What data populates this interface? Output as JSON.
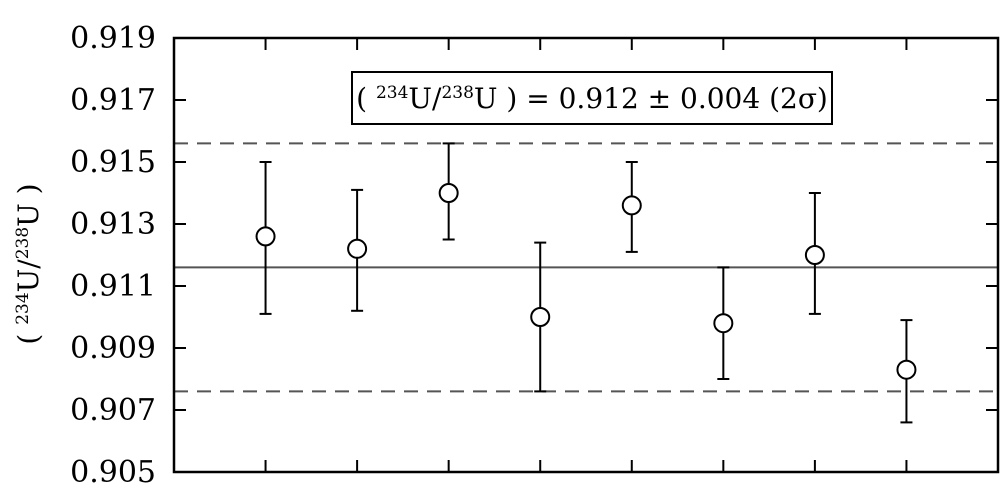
{
  "chart_data": {
    "type": "scatter",
    "title": "",
    "xlabel": "",
    "ylabel": {
      "open": "( ",
      "iso1": "234",
      "el1": "U/",
      "iso2": "238",
      "el2": "U",
      "close": " )"
    },
    "ylim": [
      0.905,
      0.919
    ],
    "yticks": [
      "0.905",
      "0.907",
      "0.909",
      "0.911",
      "0.913",
      "0.915",
      "0.917",
      "0.919"
    ],
    "x": [
      1,
      2,
      3,
      4,
      5,
      6,
      7,
      8
    ],
    "xlim": [
      0,
      9
    ],
    "grid": false,
    "series": [
      {
        "values": [
          0.9126,
          0.9122,
          0.914,
          0.91,
          0.9136,
          0.9098,
          0.912,
          0.9083
        ],
        "err_low": [
          0.9101,
          0.9102,
          0.9125,
          0.9076,
          0.9121,
          0.908,
          0.9101,
          0.9066
        ],
        "err_high": [
          0.915,
          0.9141,
          0.9156,
          0.9124,
          0.915,
          0.9116,
          0.914,
          0.9099
        ],
        "marker": "open-circle"
      }
    ],
    "reference_lines": {
      "mean": 0.9116,
      "lower": 0.9076,
      "upper": 0.9156
    },
    "annotation": {
      "open": "( ",
      "iso1": "234",
      "el1": "U/",
      "iso2": "238",
      "el2": "U",
      "close": " )",
      "rest": "  = 0.912 ± 0.004 (2σ)"
    },
    "colors": {
      "axis": "#000000",
      "mean_line": "#555555",
      "dashed_line": "#555555",
      "marker_fill": "#ffffff"
    }
  }
}
